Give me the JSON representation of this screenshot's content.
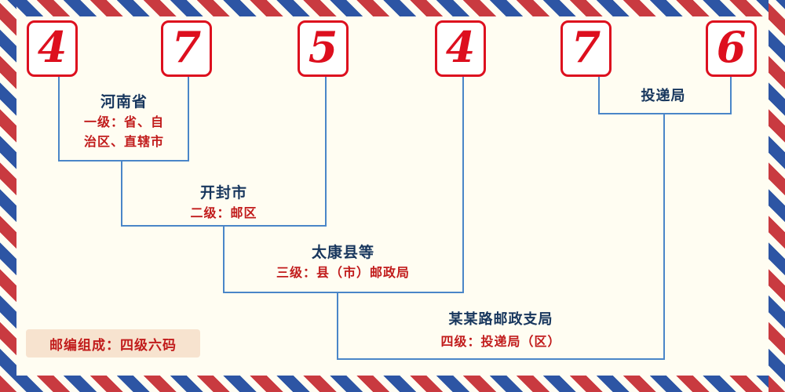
{
  "postal_code": "475476",
  "digits": [
    "4",
    "7",
    "5",
    "4",
    "7",
    "6"
  ],
  "levels": [
    {
      "name": "河南省",
      "lines": [
        "一级：省、自",
        "治区、直辖市"
      ]
    },
    {
      "name": "开封市",
      "lines": [
        "二级：邮区"
      ]
    },
    {
      "name": "太康县等",
      "lines": [
        "三级：县（市）邮政局"
      ]
    },
    {
      "name": "某某路邮政支局",
      "lines": [
        "四级：投递局（区）"
      ]
    },
    {
      "name": "投递局",
      "lines": []
    }
  ],
  "badge": {
    "label": "邮编组成：四级六码"
  },
  "colors": {
    "background": "#fffdf2",
    "digit_red": "#dd0f1e",
    "label_navy": "#17365d",
    "desc_red": "#c11b1b",
    "line_blue": "#4a86c8",
    "stripe_red": "#c93a40",
    "stripe_blue": "#2d55a4",
    "badge_bg": "#f7e3cf"
  }
}
